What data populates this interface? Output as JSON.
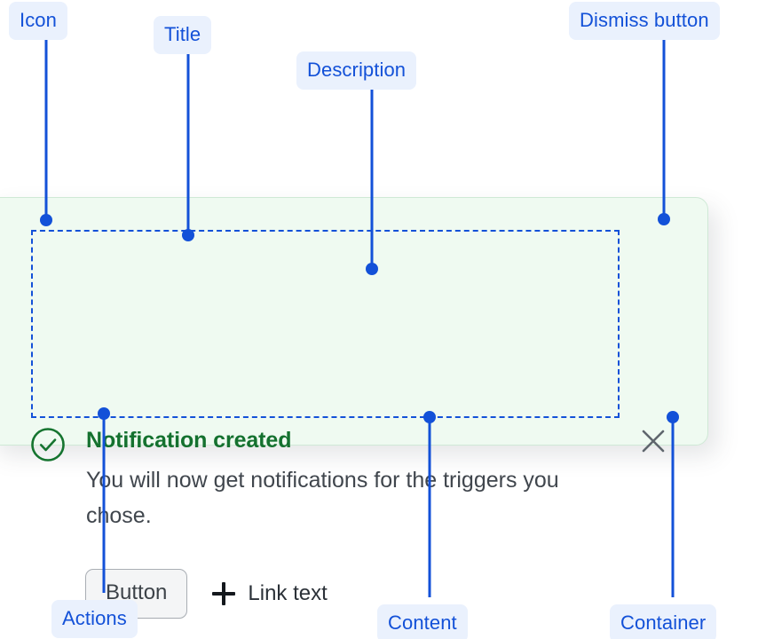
{
  "annotations": [
    {
      "id": "icon",
      "label": "Icon"
    },
    {
      "id": "title",
      "label": "Title"
    },
    {
      "id": "description",
      "label": "Description"
    },
    {
      "id": "dismiss",
      "label": "Dismiss button"
    },
    {
      "id": "actions",
      "label": "Actions"
    },
    {
      "id": "content",
      "label": "Content"
    },
    {
      "id": "container",
      "label": "Container"
    }
  ],
  "notification": {
    "status": "success",
    "icon": "check-circle-icon",
    "title": "Notification created",
    "description": "You will now get notifications for the triggers you chose.",
    "actions": {
      "button_label": "Button",
      "link_icon": "plus-icon",
      "link_label": "Link text"
    },
    "dismiss_icon": "close-icon"
  },
  "colors": {
    "annotation_text": "#1351d8",
    "annotation_chip_bg": "#eaf1fd",
    "leader_line": "#1351d8",
    "card_bg": "#effaf1",
    "card_border": "#cfe9d6",
    "title_green": "#14712f",
    "description_gray": "#40464d",
    "button_bg": "#f4f5f6",
    "button_border": "#a9aeb4",
    "dismiss_gray": "#5f666d",
    "content_outline": "#1351d8"
  }
}
